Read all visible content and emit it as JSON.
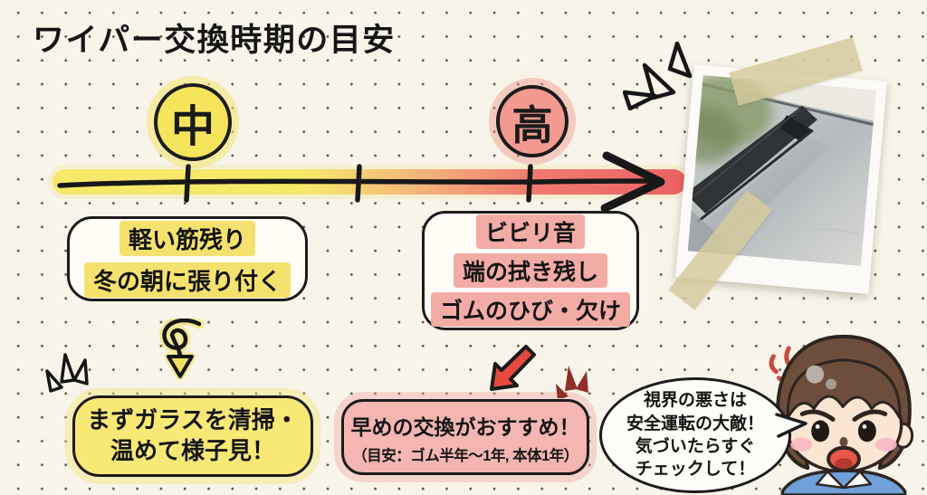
{
  "title": "ワイパー交換時期の目安",
  "timeline": {
    "badge_mid": "中",
    "badge_high": "高"
  },
  "symptoms_mid": {
    "lines": [
      "軽い筋残り",
      "冬の朝に張り付く"
    ]
  },
  "symptoms_high": {
    "lines": [
      "ビビリ音",
      "端の拭き残し",
      "ゴムのひび・欠け"
    ]
  },
  "advice_mid": {
    "lines": [
      "まずガラスを清掃・",
      "温めて様子見！"
    ]
  },
  "advice_high": {
    "title": "早めの交換がおすすめ！",
    "note": "（目安：ゴム半年〜1年, 本体1年）"
  },
  "speech_bubble": {
    "lines": [
      "視界の悪さは",
      "安全運転の大敵！",
      "気づいたらすぐ",
      "チェックして！"
    ]
  },
  "icons": {
    "curly_arrow": "curly-arrow-down",
    "red_arrow": "arrow-down-left",
    "emphasis_marks": "radiating-emphasis-lines",
    "anger_mark": "anger-symbol",
    "arrowhead": "chevron-right"
  },
  "colors": {
    "background": "#f8f4e9",
    "ink": "#1c1c1c",
    "level_mid_yellow": "#f5e45c",
    "level_high_red": "#f29a90",
    "timeline_yellow": "#f6e96a",
    "timeline_red": "#ed6262",
    "highlight_yellow": "#f5e26e",
    "highlight_pink": "#f3aba6",
    "advice_mid_bg": "#f8e876",
    "advice_high_bg": "#f4b6b2",
    "arrow_red": "#e64a3f",
    "tape_beige": "#d5c99e",
    "shirt_blue": "#6fa0da"
  }
}
